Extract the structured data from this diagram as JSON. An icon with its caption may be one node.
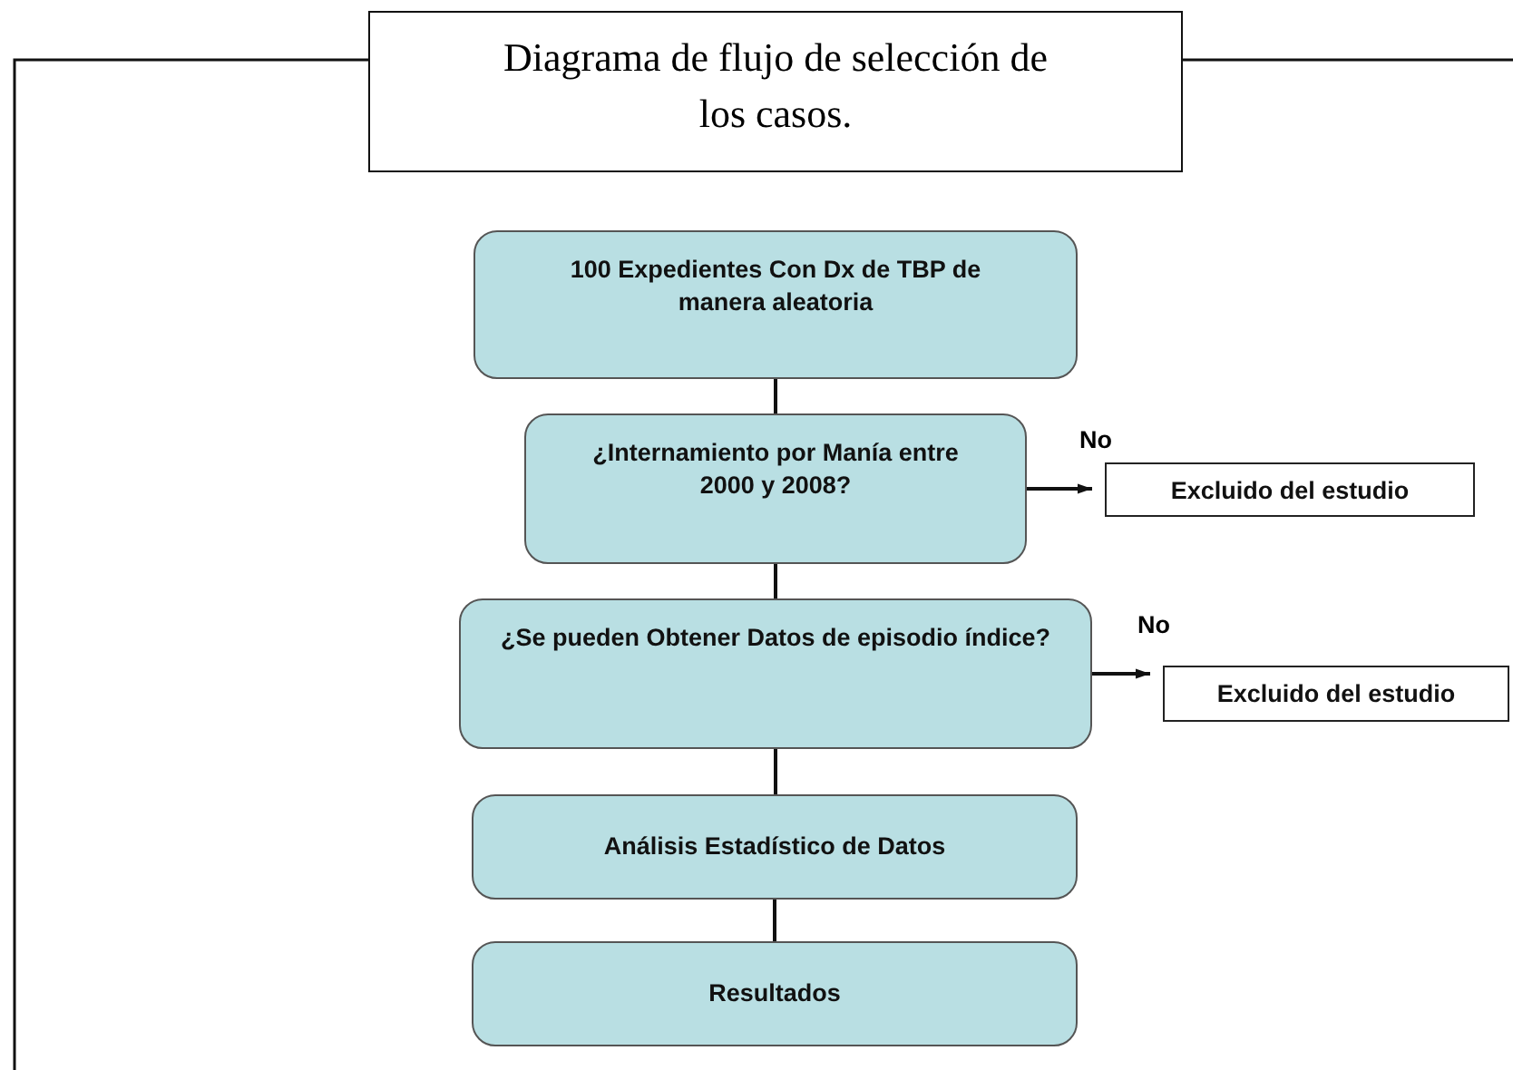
{
  "diagram": {
    "title": "Diagrama de flujo de selección de los casos.",
    "nodes": [
      {
        "text": [
          "100 Expedientes Con Dx de TBP de manera aleatoria"
        ]
      },
      {
        "text": [
          "¿Internamiento por Manía entre 2000 y 2008?"
        ]
      },
      {
        "text": [
          "¿Se pueden Obtener Datos de episodio índice?"
        ]
      },
      {
        "text": [
          "Análisis Estadístico de Datos"
        ]
      },
      {
        "text": [
          "Resultados"
        ]
      },
      {
        "text": [
          "Excluido del estudio"
        ]
      },
      {
        "text": [
          "Excluido del estudio"
        ]
      }
    ],
    "edges": [
      {
        "from": 0,
        "to": 1,
        "arrow": "none"
      },
      {
        "from": 1,
        "to": 2,
        "arrow": "none"
      },
      {
        "from": 2,
        "to": 3,
        "arrow": "none"
      },
      {
        "from": 3,
        "to": 4,
        "arrow": "none"
      },
      {
        "from": 1,
        "to": 5,
        "arrow": "to",
        "label": "No"
      },
      {
        "from": 2,
        "to": 6,
        "arrow": "to",
        "label": "No"
      }
    ]
  }
}
